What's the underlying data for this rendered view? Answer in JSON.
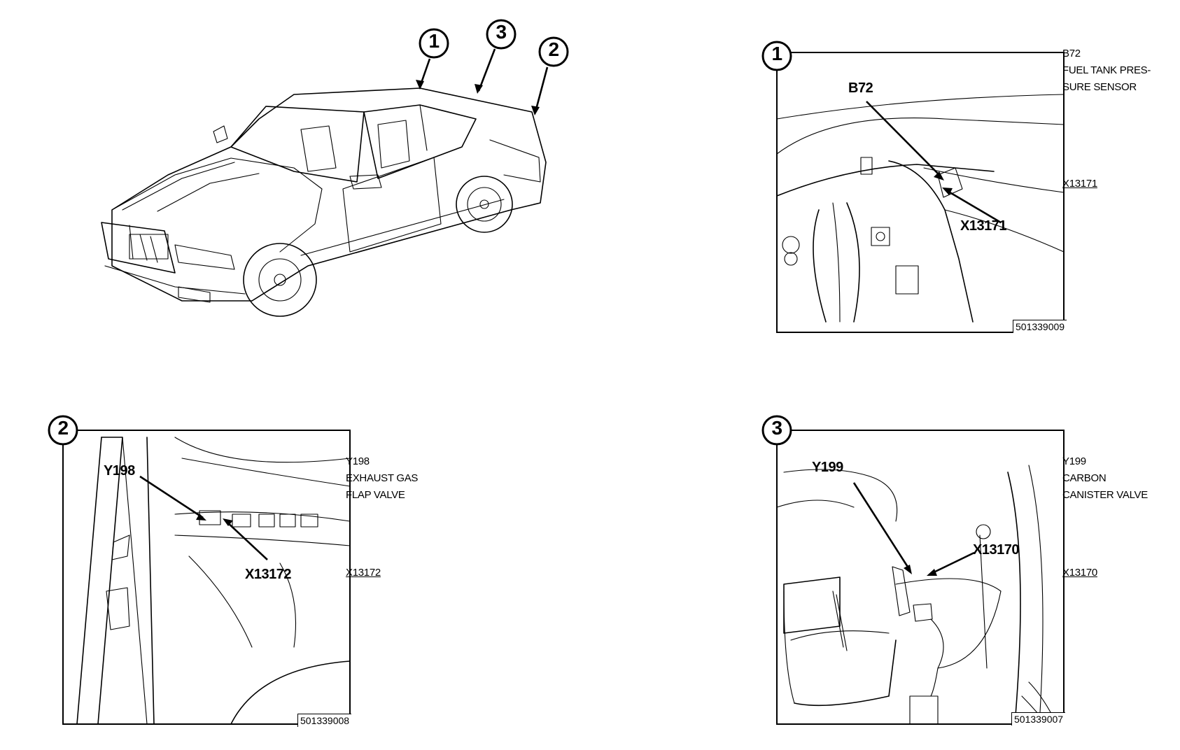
{
  "overview": {
    "callouts": [
      "1",
      "3",
      "2"
    ]
  },
  "panels": [
    {
      "number": "1",
      "component_id": "B72",
      "description": [
        "FUEL TANK PRES-",
        "SURE SENSOR"
      ],
      "connector_id": "X13171",
      "figure_labels": [
        "B72",
        "X13171"
      ],
      "figure_code": "501339009"
    },
    {
      "number": "2",
      "component_id": "Y198",
      "description": [
        "EXHAUST GAS",
        "FLAP VALVE"
      ],
      "connector_id": "X13172",
      "figure_labels": [
        "Y198",
        "X13172"
      ],
      "figure_code": "501339008"
    },
    {
      "number": "3",
      "component_id": "Y199",
      "description": [
        "CARBON",
        "CANISTER VALVE"
      ],
      "connector_id": "X13170",
      "figure_labels": [
        "Y199",
        "X13170"
      ],
      "figure_code": "501339007"
    }
  ]
}
